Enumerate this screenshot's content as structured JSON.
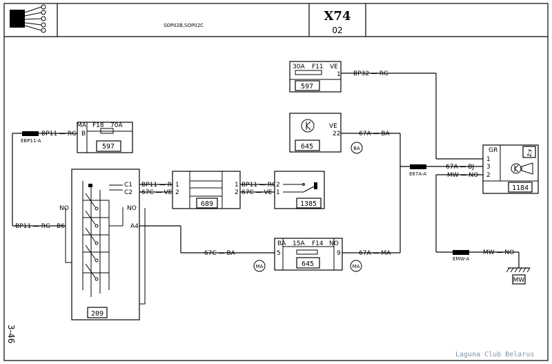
{
  "header": {
    "variant_text": "SOP02B,SOP02C",
    "diagram_code": "X74",
    "diagram_sub": "02"
  },
  "page_number": "3-46",
  "watermark": "Laguna Club Belarus",
  "components": {
    "c597_top": {
      "fuse": "30A",
      "fuse_id": "F11",
      "pin_color": "VE",
      "pin": "1",
      "id": "597"
    },
    "c597_left": {
      "connector": "MA",
      "fuse_id": "F18",
      "fuse": "70A",
      "pin": "B",
      "id": "597"
    },
    "c645_top": {
      "pin_color": "VE",
      "pin": "22",
      "id": "645"
    },
    "c645_bottom": {
      "left_color": "BA",
      "fuse": "15A",
      "fuse_id": "F14",
      "right_color": "NO",
      "left_pin": "5",
      "right_pin": "9",
      "id": "645"
    },
    "c689": {
      "pins": [
        "1",
        "2",
        "1",
        "2"
      ],
      "id": "689"
    },
    "c1385": {
      "pins": [
        "2",
        "1"
      ],
      "id": "1385"
    },
    "c209": {
      "id": "209",
      "pins": [
        "C1",
        "C2",
        "B6",
        "A4"
      ],
      "no_left": "NO",
      "no_right": "NO"
    },
    "c1184": {
      "connector": "GR",
      "pins": [
        "1",
        "3",
        "2"
      ],
      "id": "1184"
    },
    "ground": {
      "id": "MW"
    }
  },
  "wires": {
    "bp32": "BP32 — RG",
    "bp11_top": "BP11 — RG",
    "bp11_left": "BP11 — RG",
    "c1_wire": "BP11 — RG",
    "c2_wire": "67C — VE",
    "r1_wire": "BP11 — RG",
    "r2_wire": "67C — VE",
    "a4_wire": "67C — BA",
    "w67a_top": "67A — BA",
    "w67a_bottom": "67A — MA",
    "w67a_bj": "67A — BJ",
    "mw_no": "MW — NO",
    "mw_no_gnd": "MW — NO"
  },
  "splices": {
    "ebp11a": "EBP11-A",
    "e67aa": "E67A-A",
    "emwa": "EMW-A"
  },
  "circle_labels": {
    "ba": "BA",
    "ma1": "MA",
    "ma2": "MA"
  }
}
